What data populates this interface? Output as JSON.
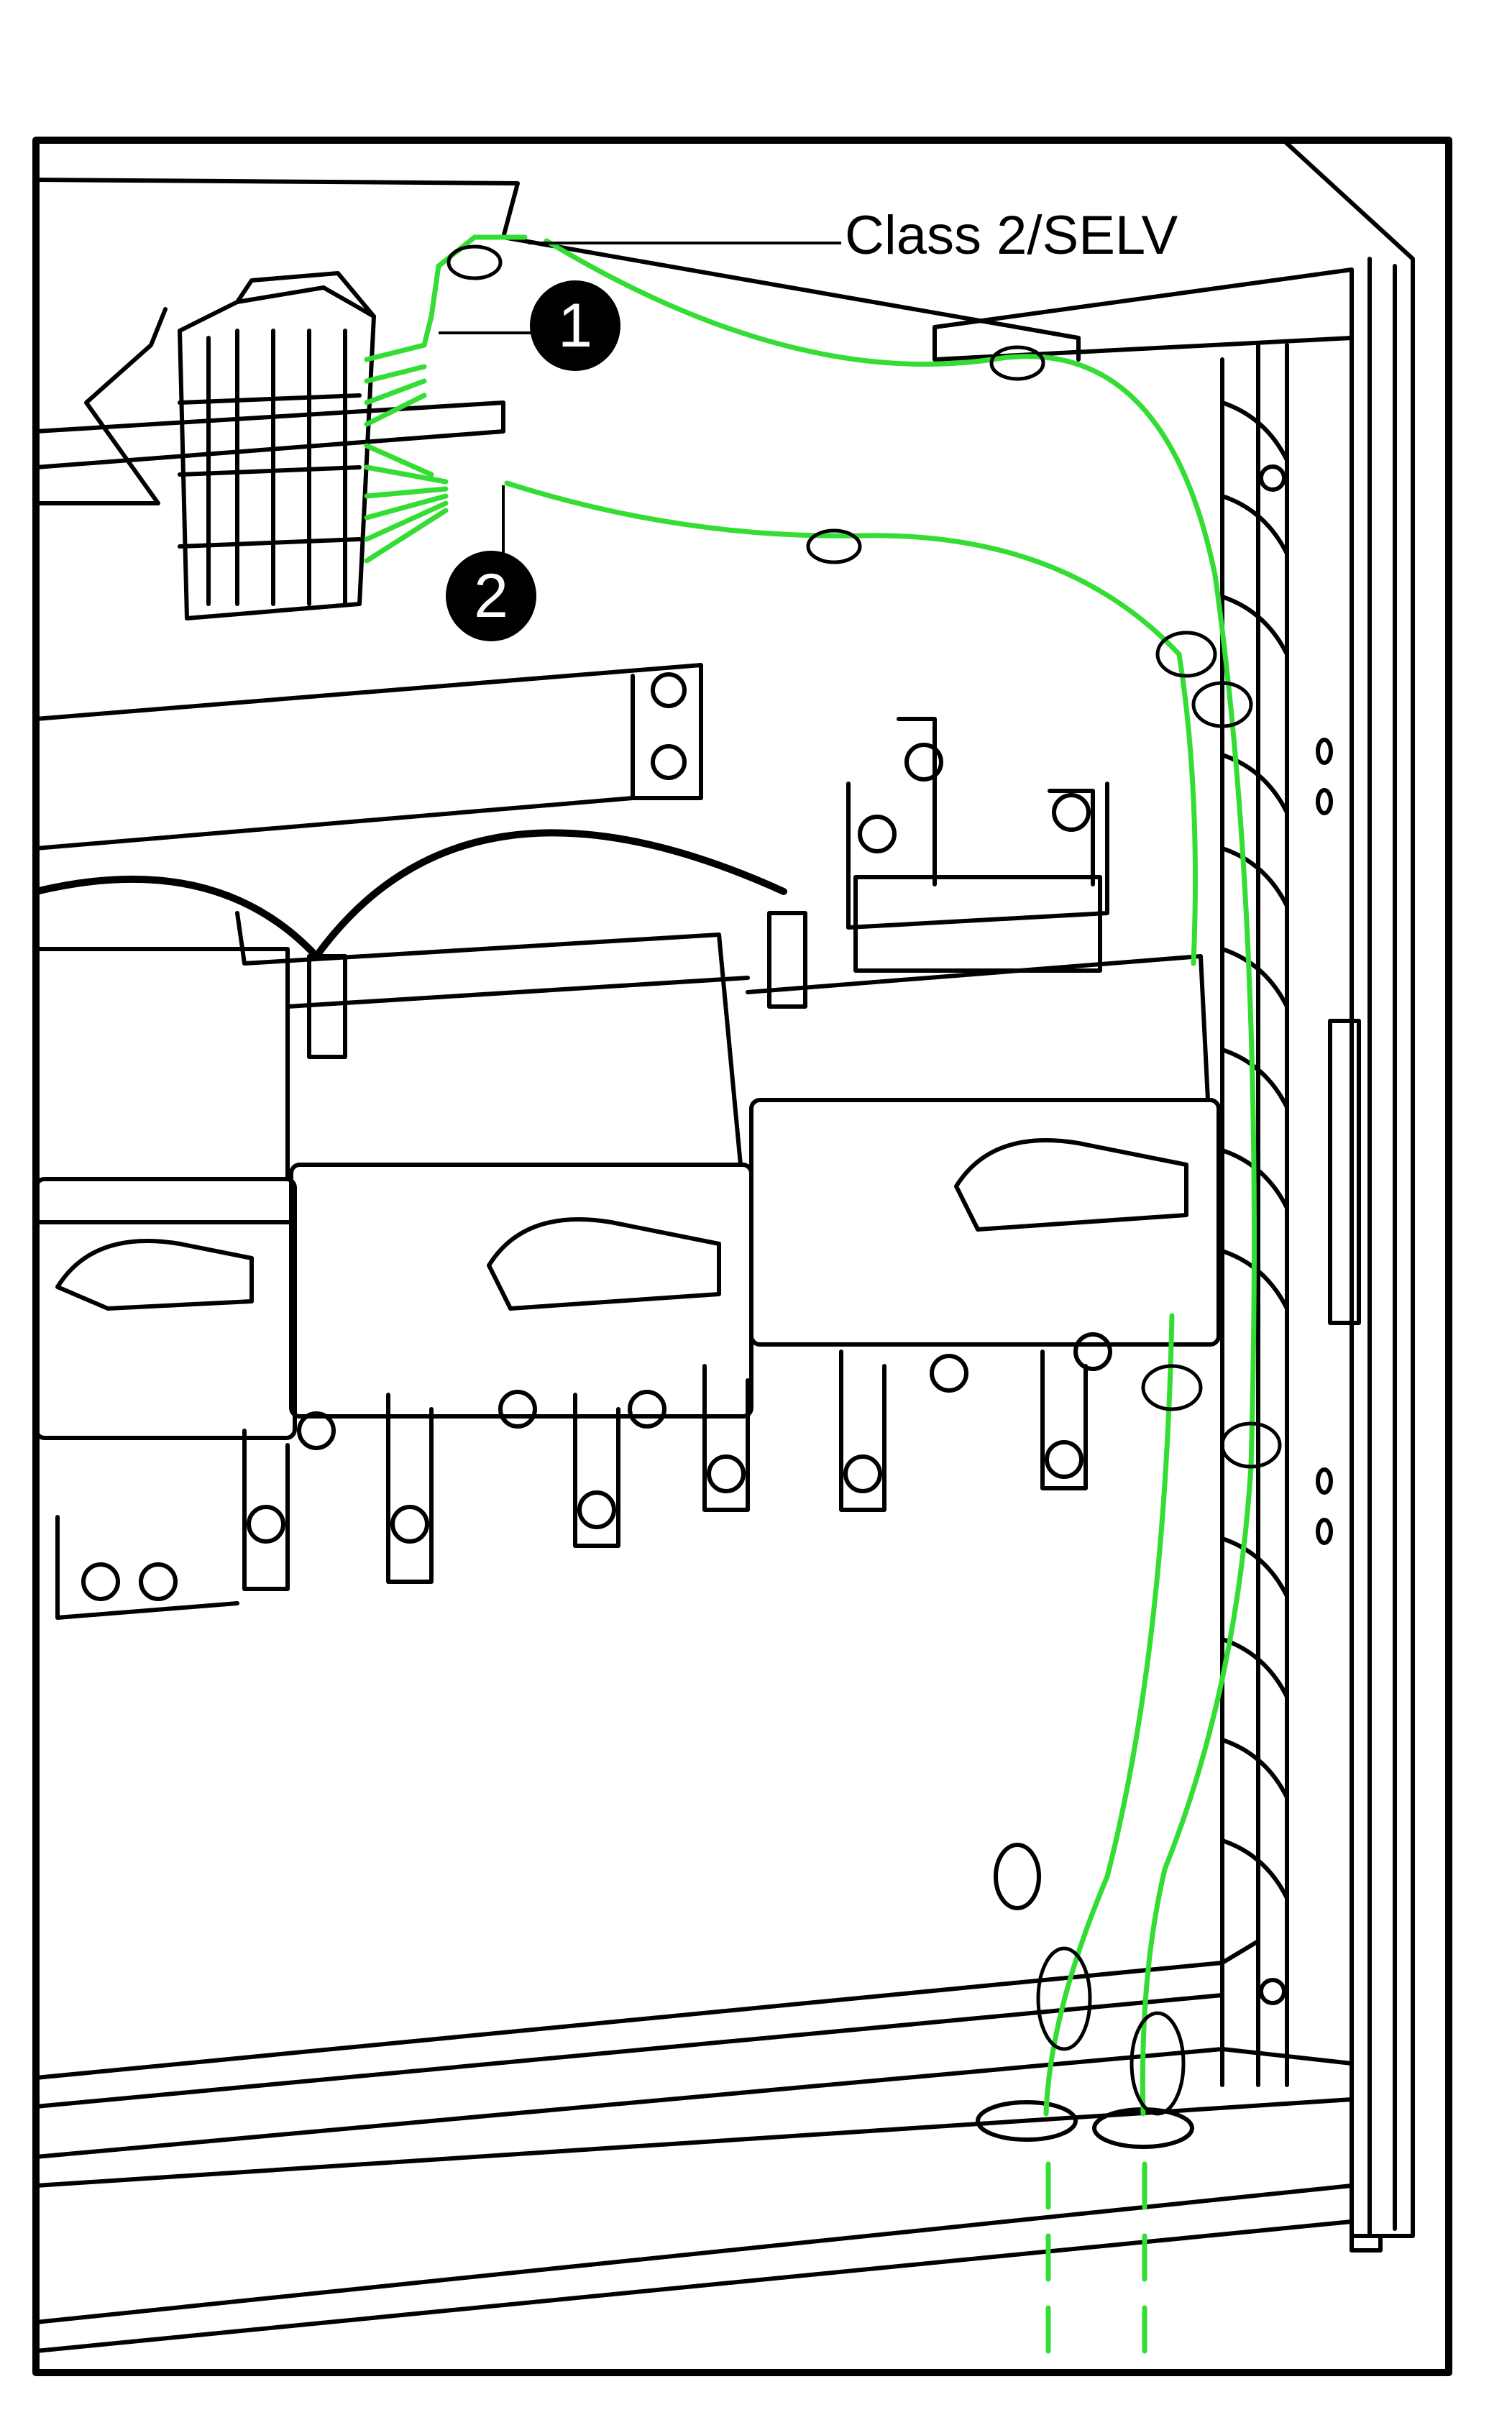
{
  "diagram": {
    "labels": {
      "class2_selv": "Class 2/SELV"
    },
    "callouts": [
      {
        "number": "1"
      },
      {
        "number": "2"
      }
    ],
    "colors": {
      "line": "#000000",
      "wire_class2": "#33dd33",
      "background": "#ffffff",
      "callout_fill": "#000000",
      "callout_text": "#ffffff"
    },
    "components": [
      "enclosure-frame",
      "terminal-block",
      "switch-disconnectors",
      "cable-ties",
      "cable-entry-holes",
      "dividing-plate"
    ]
  }
}
